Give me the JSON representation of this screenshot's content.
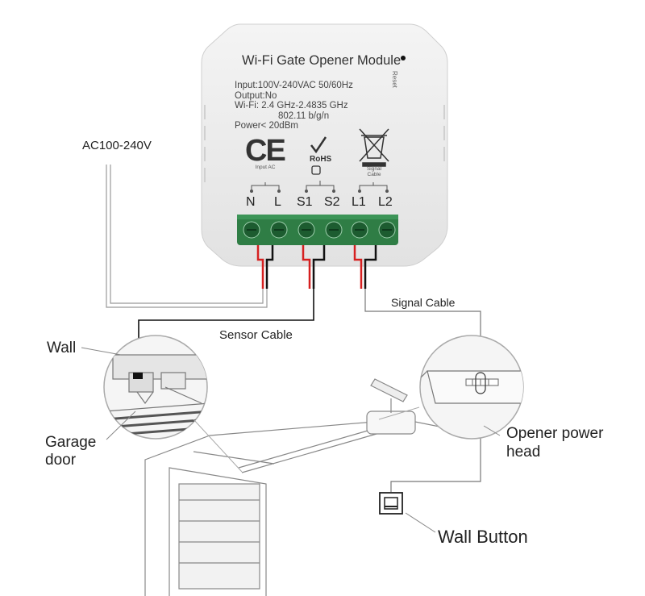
{
  "labels": {
    "ac": "AC100-240V",
    "sensor_cable": "Sensor Cable",
    "signal_cable": "Signal Cable",
    "wall": "Wall",
    "garage_door": "Garage door",
    "opener_head": "Opener power head",
    "wall_button": "Wall Button"
  },
  "module": {
    "title": "Wi-Fi Gate Opener Module",
    "reset": "Reset",
    "specs": [
      "Input:100V-240VAC 50/60Hz",
      "Output:No",
      "Wi-Fi: 2.4 GHz-2.4835 GHz",
      "802.11 b/g/n",
      "Power< 20dBm"
    ],
    "ce": "CE",
    "rohs": "RoHS",
    "input_ac": "Input AC",
    "signal_cable_small": "Signal Cable",
    "terminals": [
      "N",
      "L",
      "S1",
      "S2",
      "L1",
      "L2"
    ]
  },
  "colors": {
    "module_body": "#eeeeee",
    "terminal_block": "#2f7d45",
    "wire_red": "#d62020",
    "wire_black": "#111111"
  }
}
